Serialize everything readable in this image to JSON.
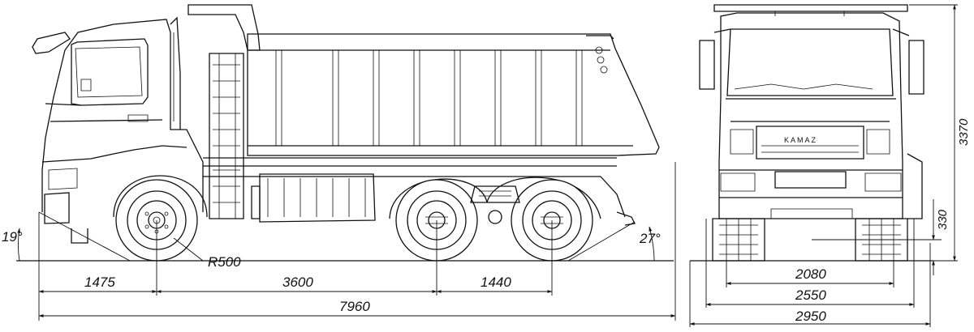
{
  "side_view": {
    "dimensions": {
      "front_overhang": "1475",
      "wheelbase_front_to_mid": "3600",
      "rear_axle_spacing": "1440",
      "overall_length": "7960"
    },
    "angles": {
      "approach_angle": "19°",
      "departure_angle": "27°"
    },
    "wheel_radius": "R500"
  },
  "front_view": {
    "brand_label": "KAMAZ",
    "dimensions": {
      "overall_height": "3370",
      "ground_clearance": "330",
      "track_width": "2080",
      "body_width": "2550",
      "overall_width": "2950"
    }
  }
}
